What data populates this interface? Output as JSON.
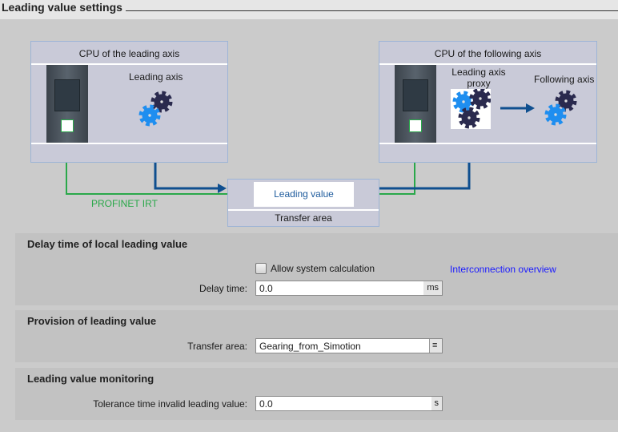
{
  "header": {
    "title": "Leading value settings"
  },
  "diagram": {
    "leading_cpu_label": "CPU of  the leading axis",
    "leading_axis_label": "Leading axis",
    "following_cpu_label": "CPU of the following axis",
    "proxy_label_line1": "Leading axis",
    "proxy_label_line2": "proxy",
    "following_axis_label": "Following axis",
    "leading_value_label": "Leading value",
    "transfer_area_label": "Transfer area",
    "profinet_label": "PROFINET IRT",
    "colors": {
      "profinet": "#2aa84a",
      "dataflow": "#0f4f8f",
      "box_border": "#9db4d6"
    }
  },
  "delay_section": {
    "title": "Delay time of local leading value",
    "allow_system_calc_label": "Allow system calculation",
    "allow_system_calc_checked": false,
    "interconnection_link": "Interconnection overview",
    "delay_time_label": "Delay time:",
    "delay_time_value": "0.0",
    "delay_time_unit": "ms"
  },
  "provision_section": {
    "title": "Provision of leading value",
    "transfer_area_label": "Transfer area:",
    "transfer_area_value": "Gearing_from_Simotion"
  },
  "monitoring_section": {
    "title": "Leading value monitoring",
    "tolerance_label": "Tolerance time invalid leading value:",
    "tolerance_value": "0.0",
    "tolerance_unit": "s"
  }
}
